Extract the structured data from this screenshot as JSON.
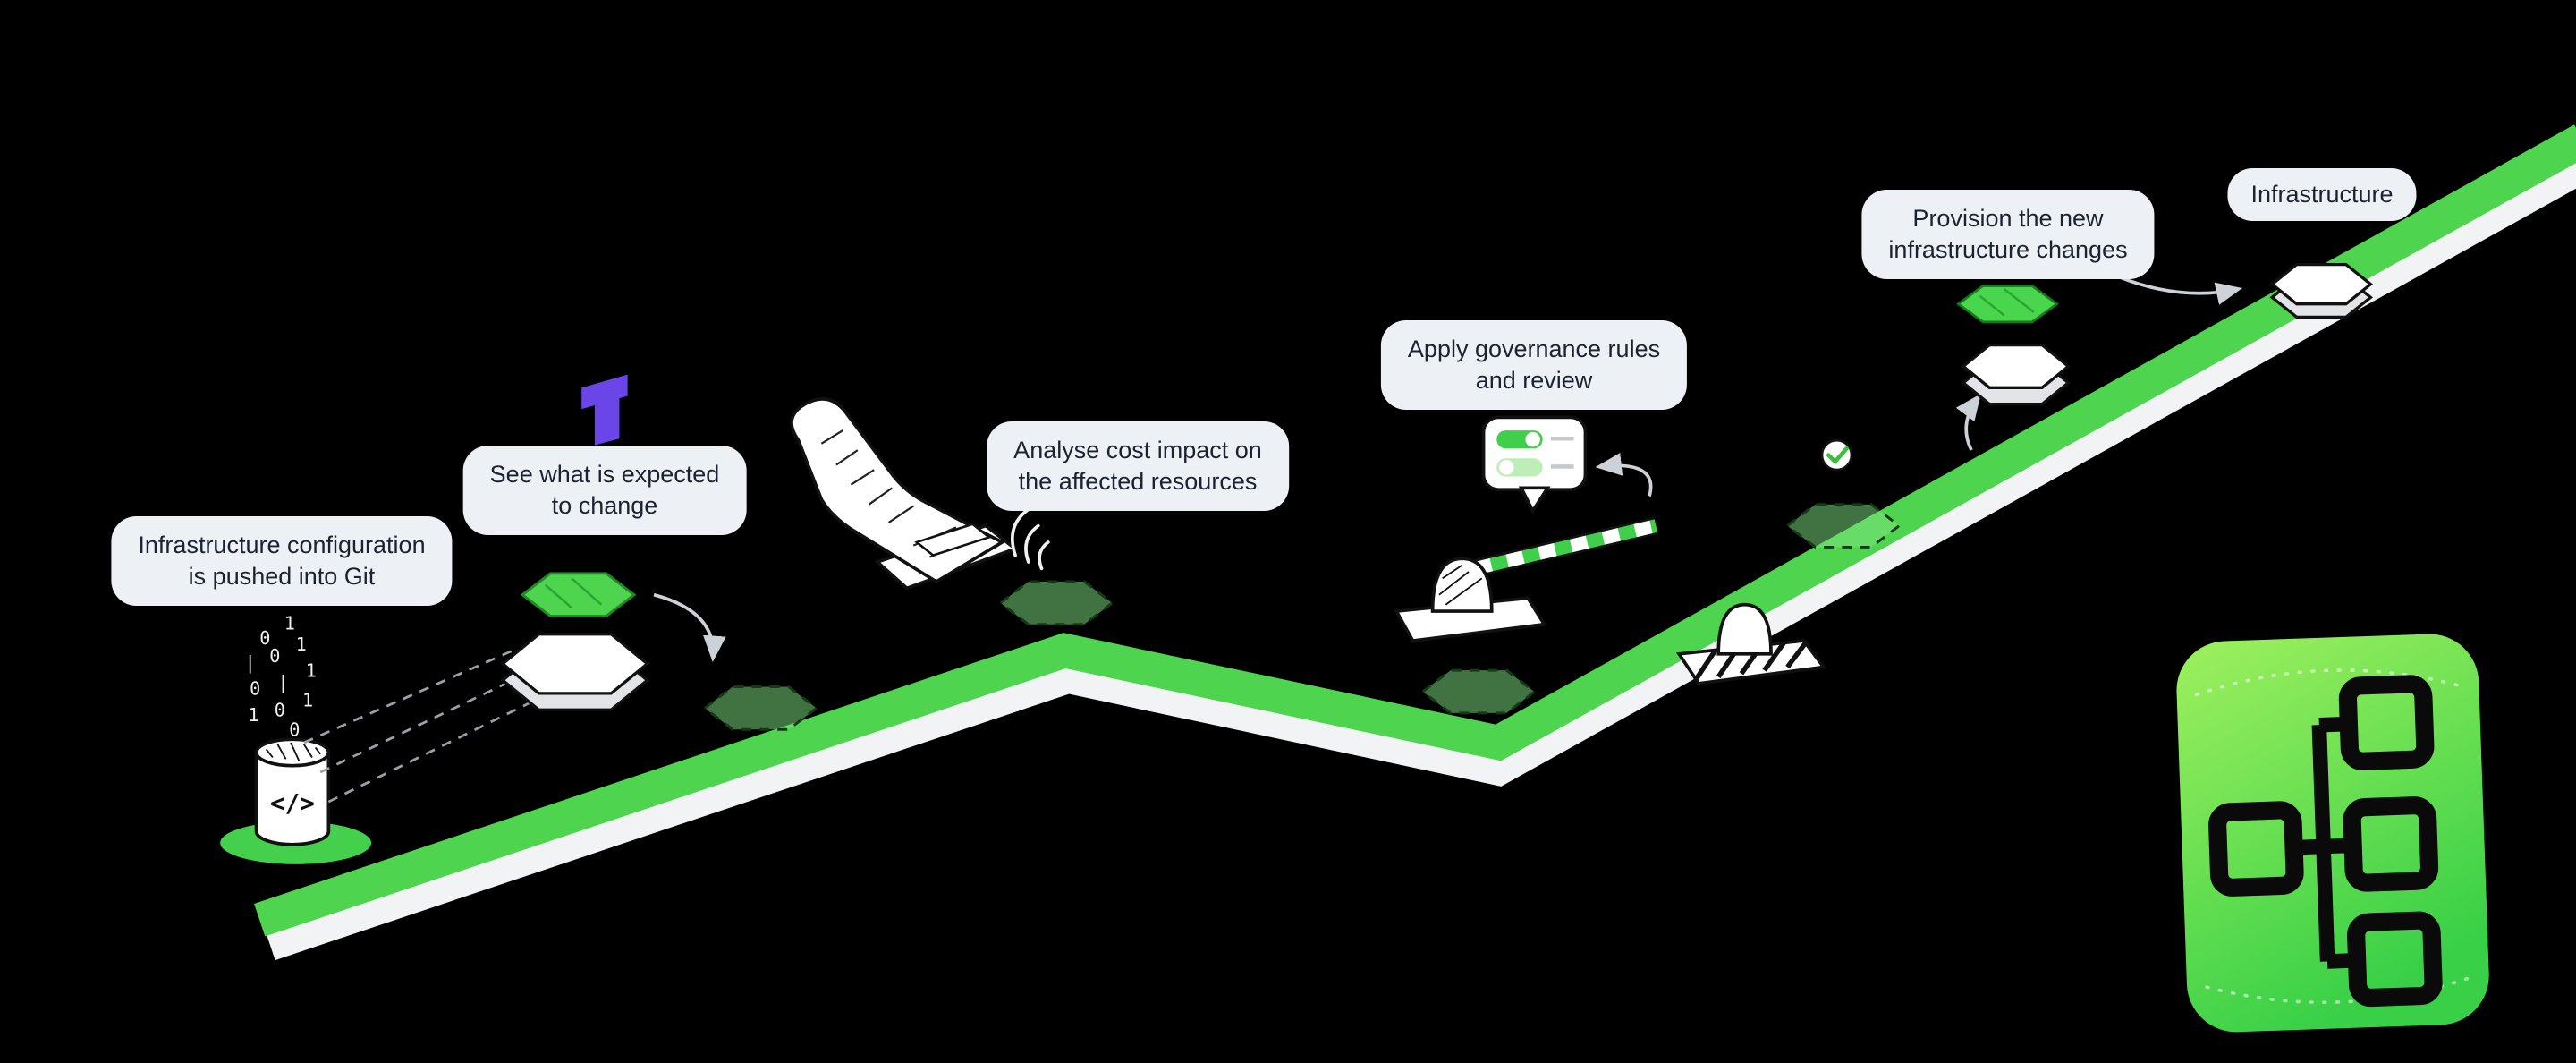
{
  "page": {
    "background": "#000000",
    "description": "Isometric roadmap illustration of an infrastructure-as-code delivery pipeline"
  },
  "colors": {
    "road_green": "#4ed44e",
    "road_white": "#f2f3f5",
    "callout_bg": "#edf0f4",
    "callout_text": "#1b2330",
    "terraform_purple": "#6a45e8",
    "toggle_on_green": "#3fcf4a",
    "toggle_off_green": "#bdeeb8",
    "logo_gradient_top": "#9ef05e",
    "logo_gradient_bottom": "#39d047"
  },
  "steps": [
    {
      "id": "step-1",
      "label": "Infrastructure configuration\nis pushed into Git"
    },
    {
      "id": "step-2",
      "label": "See what is expected\nto change"
    },
    {
      "id": "step-3",
      "label": "Analyse cost impact on\nthe affected resources"
    },
    {
      "id": "step-4",
      "label": "Apply governance rules\nand review"
    },
    {
      "id": "step-5",
      "label": "Provision the new\ninfrastructure changes"
    },
    {
      "id": "step-6",
      "label": "Infrastructure"
    }
  ],
  "code_can": {
    "symbol": "</>"
  },
  "binary": [
    "0",
    "1",
    "|",
    "0",
    "1",
    "0",
    "|",
    "1",
    "1",
    "0",
    "1",
    "0"
  ],
  "icons": [
    "terraform-logo",
    "code-can-icon",
    "receipt-icon",
    "signal-waves-icon",
    "toggles-bubble-icon",
    "barrier-gate-icon",
    "bollard-icon",
    "check-ball-icon",
    "hexagon-waypoint",
    "sitemap-logo"
  ]
}
